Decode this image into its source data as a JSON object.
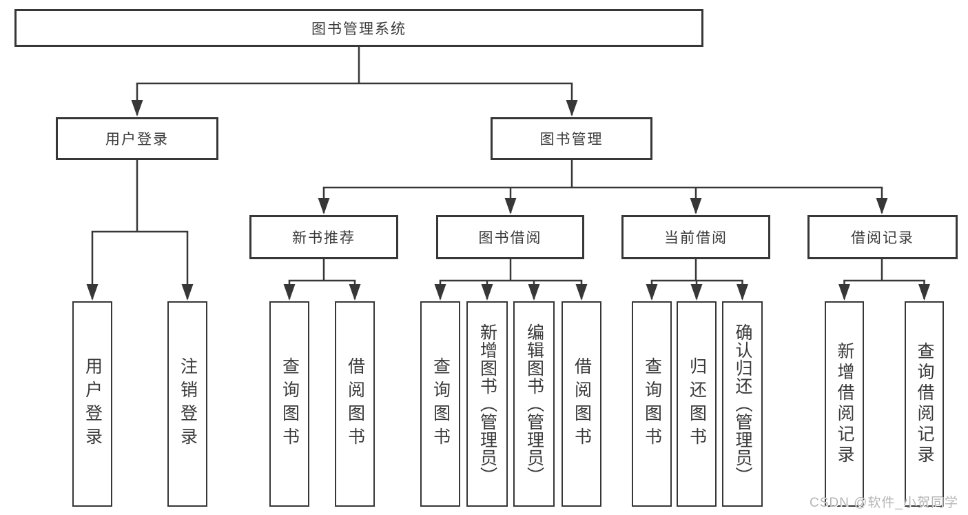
{
  "colors": {
    "line": "#373737",
    "node_border": "#373737",
    "text": "#3a3a3a",
    "background": "#ffffff",
    "watermark": "#b5b5b5"
  },
  "watermark": "CSDN @软件_小贺同学",
  "tree": {
    "root": {
      "label": "图书管理系统",
      "children": [
        {
          "label": "用户登录",
          "children": [
            {
              "label": "用户登录"
            },
            {
              "label": "注销登录"
            }
          ]
        },
        {
          "label": "图书管理",
          "children": [
            {
              "label": "新书推荐",
              "children": [
                {
                  "label": "查询图书"
                },
                {
                  "label": "借阅图书"
                }
              ]
            },
            {
              "label": "图书借阅",
              "children": [
                {
                  "label": "查询图书"
                },
                {
                  "label": "新增图书（管理员）"
                },
                {
                  "label": "编辑图书（管理员）"
                },
                {
                  "label": "借阅图书"
                }
              ]
            },
            {
              "label": "当前借阅",
              "children": [
                {
                  "label": "查询图书"
                },
                {
                  "label": "归还图书"
                },
                {
                  "label": "确认归还（管理员）"
                }
              ]
            },
            {
              "label": "借阅记录",
              "children": [
                {
                  "label": "新增借阅记录"
                },
                {
                  "label": "查询借阅记录"
                }
              ]
            }
          ]
        }
      ]
    }
  }
}
